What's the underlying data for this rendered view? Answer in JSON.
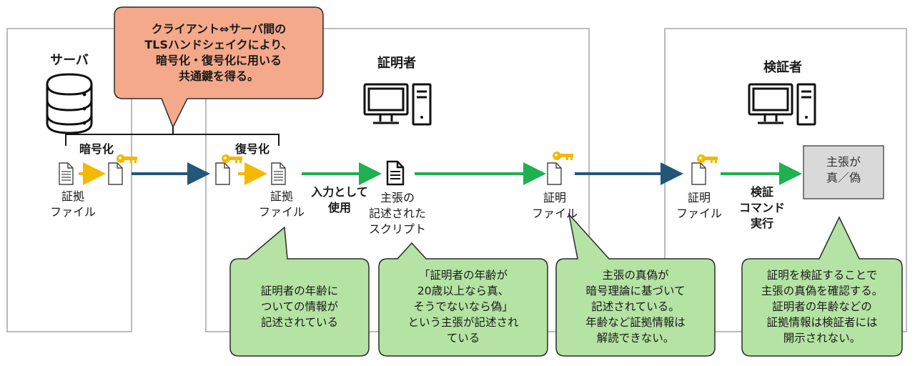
{
  "server": {
    "title": "サーバ"
  },
  "prover": {
    "title": "証明者"
  },
  "verifier": {
    "title": "検証者"
  },
  "tls_callout": "クライアント⇔サーバ間の\nTLSハンドシェイクにより、\n暗号化・復号化に用いる\n共通鍵を得る。",
  "labels": {
    "encrypt": "暗号化",
    "decrypt": "復号化",
    "evidence_file_1": "証拠\nファイル",
    "evidence_file_2": "証拠\nファイル",
    "input_use": "入力として\n使用",
    "script": "主張の\n記述された\nスクリプト",
    "proof_file_1": "証明\nファイル",
    "proof_file_2": "証明\nファイル",
    "verify_cmd": "検証\nコマンド\n実行",
    "claim_result": "主張が\n真／偽"
  },
  "notes": {
    "note1": "証明者の年齢に\nついての情報が\n記述されている",
    "note2": "「証明者の年齢が\n20歳以上なら真、\nそうでないなら偽」\nという主張が記述され\nている",
    "note3": "主張の真偽が\n暗号理論に基づいて\n記述されている。\n年齢など証拠情報は\n解読できない。",
    "note4": "証明を検証することで\n主張の真偽を確認する。\n証明者の年齢などの\n証拠情報は検証者には\n開示されない。"
  },
  "colors": {
    "callout_orange": "#f4a98a",
    "note_green": "#b4e3a3",
    "arrow_blue": "#22577a",
    "arrow_green": "#1fb050",
    "arrow_yellow": "#f5b800",
    "key_yellow": "#f5b800",
    "frame_gray": "#a6a6a6",
    "result_box": "#d9d9d9"
  }
}
